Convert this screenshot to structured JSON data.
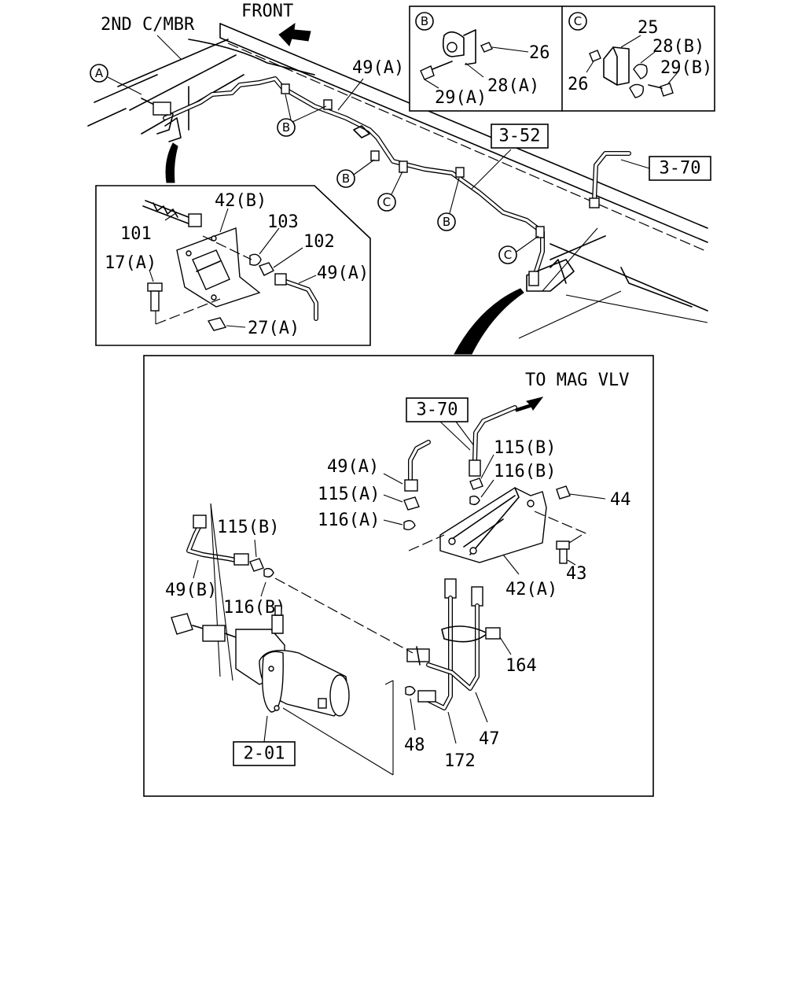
{
  "top": {
    "member_label": "2ND C/MBR",
    "front_label": "FRONT",
    "ref_52": "3-52",
    "ref_70": "3-70",
    "part_49a": "49(A)",
    "callout_a": "A",
    "callout_b": "B",
    "callout_c": "C"
  },
  "detail_b": {
    "letter": "B",
    "p26": "26",
    "p28a": "28(A)",
    "p29a": "29(A)"
  },
  "detail_c": {
    "letter": "C",
    "p25": "25",
    "p28b": "28(B)",
    "p29b": "29(B)",
    "p26": "26"
  },
  "detail_a": {
    "p101": "101",
    "p42b": "42(B)",
    "p103": "103",
    "p102": "102",
    "p17a": "17(A)",
    "p49a": "49(A)",
    "p27a": "27(A)"
  },
  "lower": {
    "to_mag_vlv": "TO MAG VLV",
    "ref_70": "3-70",
    "p115b_top": "115(B)",
    "p116b_top": "116(B)",
    "p49a": "49(A)",
    "p115a": "115(A)",
    "p116a": "116(A)",
    "p44": "44",
    "p43": "43",
    "p42a": "42(A)",
    "p115b": "115(B)",
    "p49b": "49(B)",
    "p116b": "116(B)",
    "p164": "164",
    "p47": "47",
    "p48": "48",
    "p172": "172",
    "ref_201": "2-01"
  }
}
